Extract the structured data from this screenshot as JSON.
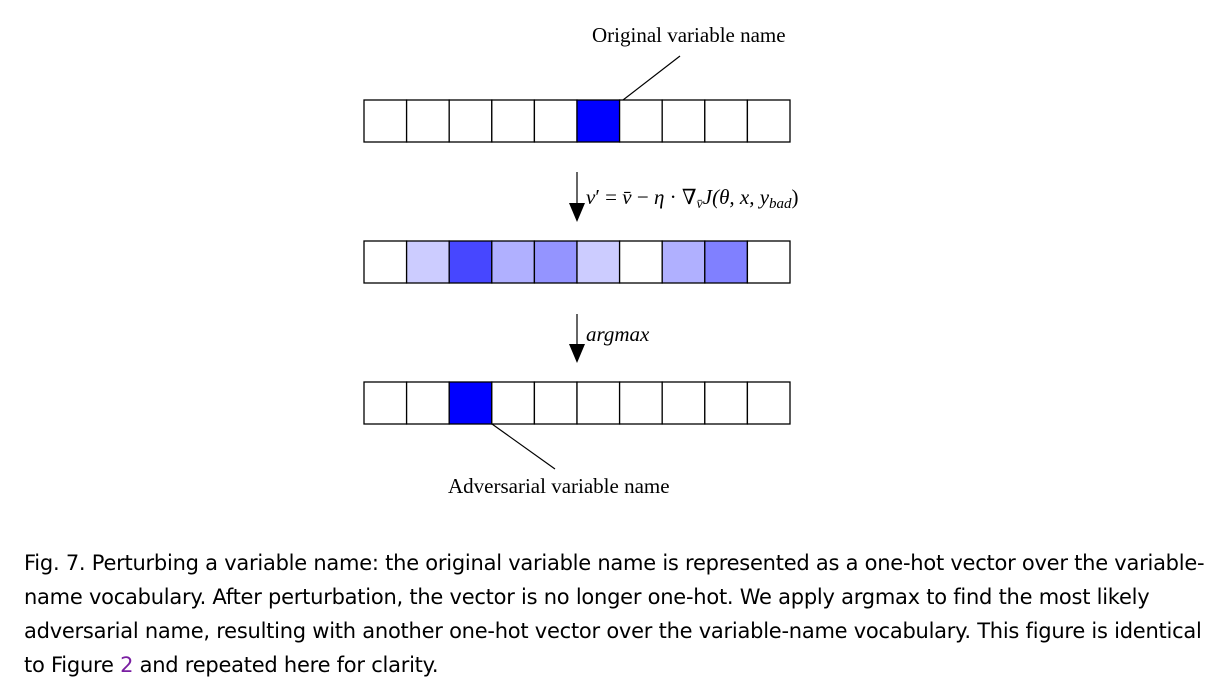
{
  "diagram": {
    "top_label": "Original variable name",
    "bottom_label": "Adversarial variable name",
    "arrow1": {
      "lhs": "v",
      "prime": "′",
      "eq": " = ",
      "vbar": "v̄",
      "minus": " − ",
      "eta": "η",
      "dot": " · ",
      "nabla": "∇",
      "nabla_sub": "v̄",
      "func": "J(θ, x, y",
      "y_sub": "bad",
      "close": ")"
    },
    "arrow2": "argmax",
    "vectors": [
      {
        "name": "original-vector",
        "intensities": [
          0,
          0,
          0,
          0,
          0,
          1,
          0,
          0,
          0,
          0
        ]
      },
      {
        "name": "perturbed-vector",
        "intensities": [
          0,
          0.2,
          0.72,
          0.31,
          0.42,
          0.2,
          0,
          0.31,
          0.5,
          0
        ]
      },
      {
        "name": "adversarial-vector",
        "intensities": [
          0,
          0,
          1,
          0,
          0,
          0,
          0,
          0,
          0,
          0
        ]
      }
    ],
    "colors": {
      "hot": "#0000ff",
      "stroke": "#000000"
    }
  },
  "caption": {
    "prefix": "Fig. 7.  Perturbing a variable name: the original variable name is represented as a one-hot vector over the variable-name vocabulary. After perturbation, the vector is no longer one-hot. We apply argmax to find the most likely adversarial name, resulting with another one-hot vector over the variable-name vocabulary. This figure is identical to Figure ",
    "ref": "2",
    "suffix": " and repeated here for clarity."
  }
}
